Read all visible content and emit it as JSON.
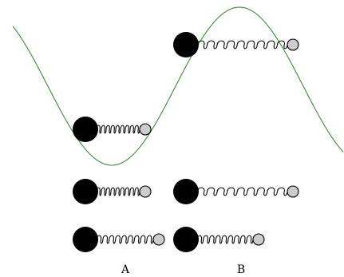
{
  "colors": {
    "curve": "#3a8a3a",
    "mass": "#000000",
    "spring": "#000000",
    "end_ball_fill": "#cccccc",
    "end_ball_stroke": "#000000"
  },
  "labels": {
    "a": "A",
    "b": "B"
  },
  "icons": {
    "mass": "filled-circle",
    "end_ball": "small-grey-circle",
    "spring": "coil-zigzag"
  }
}
